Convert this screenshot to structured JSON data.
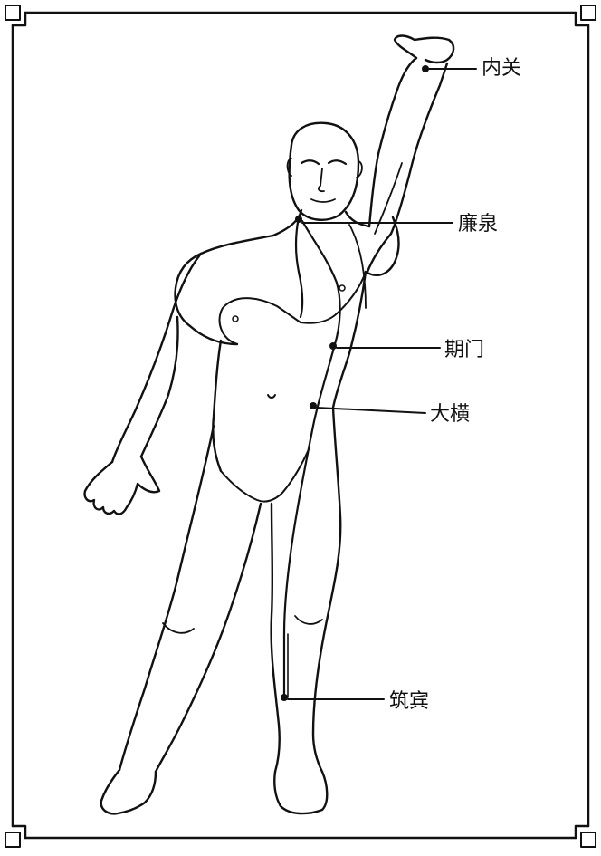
{
  "figure": {
    "acupoints": [
      {
        "id": "neiguan",
        "label": "内关"
      },
      {
        "id": "lianquan",
        "label": "廉泉"
      },
      {
        "id": "qimen",
        "label": "期门"
      },
      {
        "id": "daheng",
        "label": "大横"
      },
      {
        "id": "zhubin",
        "label": "筑宾"
      }
    ]
  },
  "colors": {
    "line": "#111111",
    "background": "#ffffff"
  }
}
